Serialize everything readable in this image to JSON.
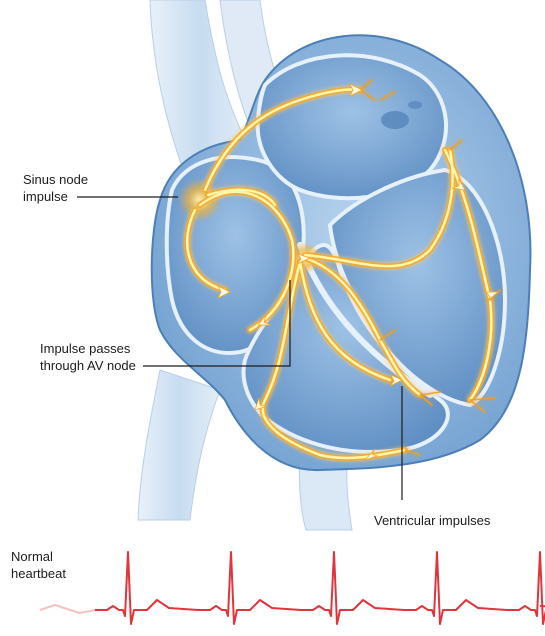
{
  "labels": {
    "sinus_node": [
      "Sinus node",
      "impulse"
    ],
    "av_node": [
      "Impulse passes",
      "through AV node"
    ],
    "ventricular": "Ventricular impulses",
    "heartbeat": [
      "Normal",
      "heartbeat"
    ]
  },
  "colors": {
    "heart_blue_light": "#d6e6f5",
    "heart_blue": "#9fc4e6",
    "heart_blue_dark": "#5d8fc4",
    "impulse_yellow": "#fff6a8",
    "impulse_orange": "#f5a623",
    "ecg_red": "#e0353c",
    "ecg_fade": "#f5c2c4"
  },
  "ecg": {
    "beats_visible": 5
  }
}
